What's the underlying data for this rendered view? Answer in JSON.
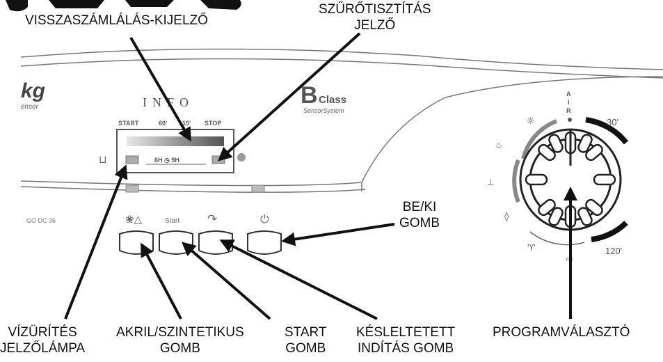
{
  "panel": {
    "brand_fragment": "kg",
    "brand_sub": "enser",
    "info_label": "INFO",
    "model_code": "GO DC 36",
    "class_big": "B",
    "class_word": "Class",
    "class_sub": "SensorSystem",
    "display_labels": {
      "start": "START",
      "t60": "60'",
      "t15": "15'",
      "stop": "STOP"
    },
    "delay_readout": "6H ◷ 9H",
    "button_labels": {
      "acryl": "❀△",
      "start": "Start",
      "delay": "↷",
      "power": "⏻"
    },
    "dial": {
      "air": "AIR",
      "min30": "30'",
      "min120": "120'"
    }
  },
  "callouts": {
    "countdown": "VISSZASZÁMLÁLÁS-KIJELZŐ",
    "filter_line1": "SZŰRŐTISZTÍTÁS",
    "filter_line2": "JELZŐ",
    "power_line1": "BE/KI",
    "power_line2": "GOMB",
    "drain_line1": "VÍZÜRÍTÉS",
    "drain_line2": "JELZŐLÁMPA",
    "acryl_line1": "AKRIL/SZINTETIKUS",
    "acryl_line2": "GOMB",
    "start_line1": "START",
    "start_line2": "GOMB",
    "delay_line1": "KÉSLELTETETT",
    "delay_line2": "INDÍTÁS GOMB",
    "selector": "PROGRAMVÁLASZTÓ"
  }
}
